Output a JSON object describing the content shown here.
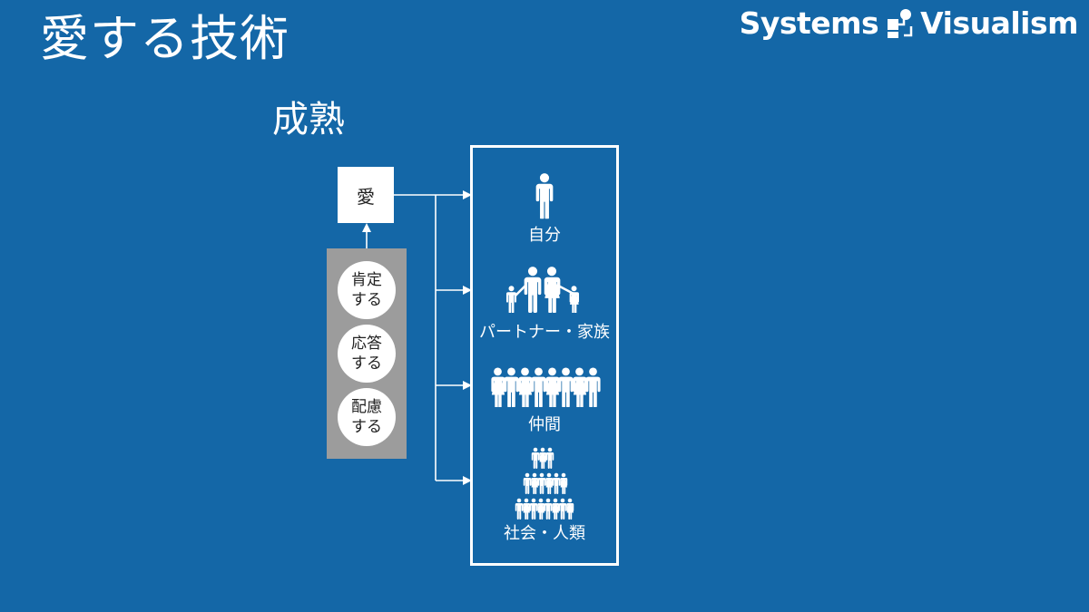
{
  "header": {
    "title": "愛する技術",
    "brand_left": "Systems",
    "brand_right": "Visualism"
  },
  "diagram": {
    "subtitle": "成熟",
    "core": "愛",
    "practices": [
      {
        "line1": "肯定",
        "line2": "する"
      },
      {
        "line1": "応答",
        "line2": "する"
      },
      {
        "line1": "配慮",
        "line2": "する"
      }
    ],
    "targets": [
      {
        "label": "自分",
        "icon": "person-icon"
      },
      {
        "label": "パートナー・家族",
        "icon": "family-icon"
      },
      {
        "label": "仲間",
        "icon": "group-icon"
      },
      {
        "label": "社会・人類",
        "icon": "crowd-pyramid-icon"
      }
    ]
  },
  "colors": {
    "background": "#1467a7",
    "foreground": "#ffffff",
    "panel": "#9c9c9c"
  }
}
